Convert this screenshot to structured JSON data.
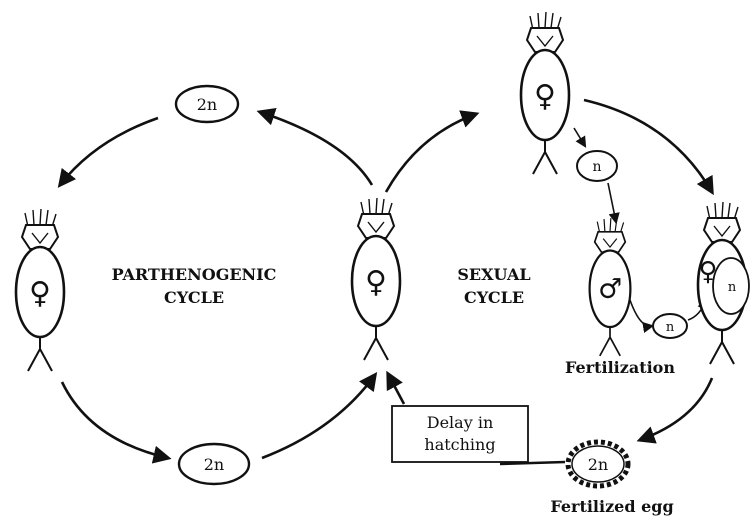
{
  "cycles": {
    "parthenogenic": [
      "PARTHENOGENIC",
      "CYCLE"
    ],
    "sexual": [
      "SEXUAL",
      "CYCLE"
    ]
  },
  "eggs": {
    "top_left": "2n",
    "bottom_left": "2n",
    "haploid_egg": "n",
    "male_sperm": "n",
    "female_egg": "n",
    "fertilized": "2n"
  },
  "symbols": {
    "female": "♀",
    "male": "♂"
  },
  "labels": {
    "delay": [
      "Delay in",
      "hatching"
    ],
    "fertilization": "Fertilization",
    "fertilized_egg": "Fertilized egg"
  }
}
